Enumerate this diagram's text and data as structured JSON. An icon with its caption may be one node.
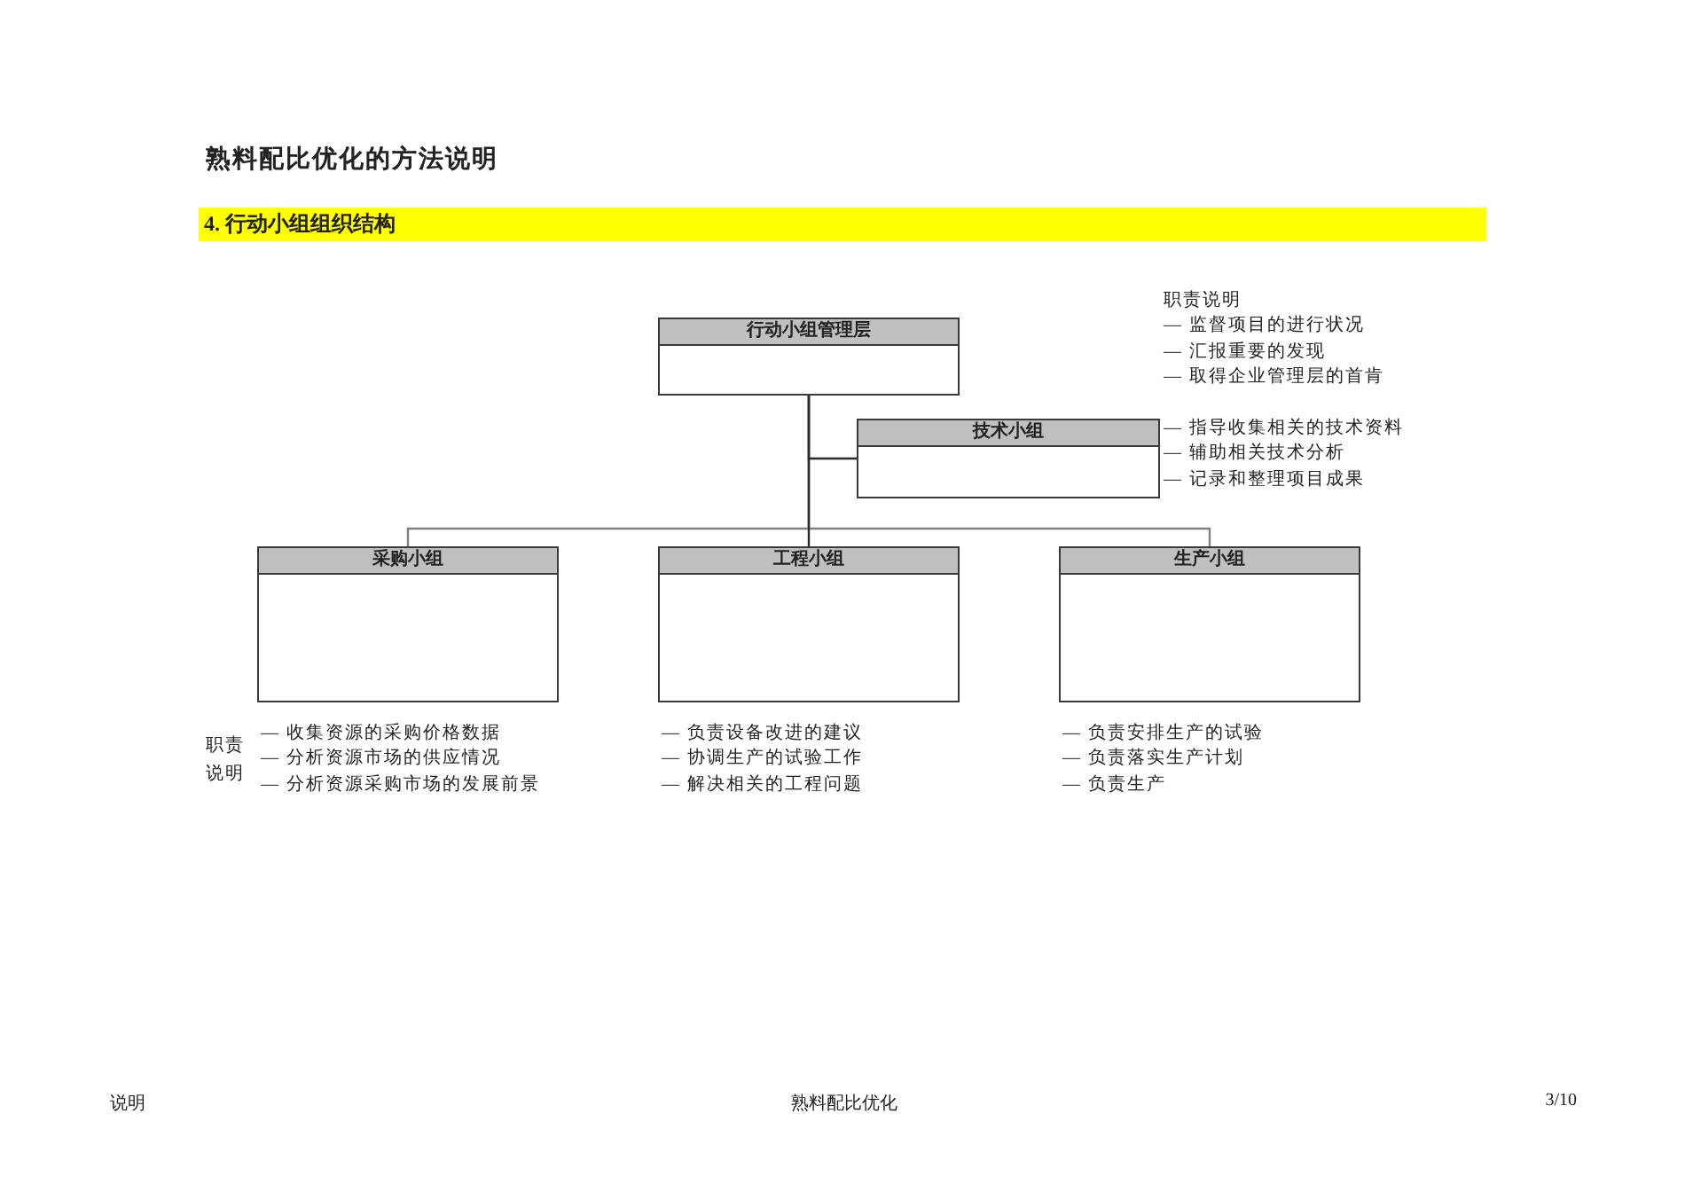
{
  "diagram": {
    "title": "熟料配比优化的方法说明",
    "nodes": [
      {
        "text": [
          "4. 行动小组组织结构"
        ]
      },
      {
        "text": [
          "行动小组管理层"
        ],
        "beside": [
          "职责说明",
          "— 监督项目的进行状况",
          "— 汇报重要的发现",
          "— 取得企业管理层的首肯"
        ]
      },
      {
        "text": [
          "技术小组"
        ],
        "beside": [
          "— 指导收集相关的技术资料",
          "— 辅助相关技术分析",
          "— 记录和整理项目成果"
        ]
      },
      {
        "text": [
          "采购小组"
        ],
        "beside": [
          "— 收集资源的采购价格数据",
          "— 分析资源市场的供应情况",
          "— 分析资源采购市场的发展前景"
        ]
      },
      {
        "text": [
          "工程小组"
        ],
        "beside": [
          "— 负责设备改进的建议",
          "— 协调生产的试验工作",
          "— 解决相关的工程问题"
        ]
      },
      {
        "text": [
          "生产小组"
        ],
        "beside": [
          "— 负责安排生产的试验",
          "— 负责落实生产计划",
          "— 负责生产"
        ]
      }
    ],
    "edges": [
      {
        "from": 1,
        "to": 2,
        "arrow": "none"
      },
      {
        "from": 1,
        "to": 3,
        "arrow": "none",
        "color": "#808080"
      },
      {
        "from": 1,
        "to": 4,
        "arrow": "none"
      },
      {
        "from": 1,
        "to": 5,
        "arrow": "none",
        "color": "#808080"
      }
    ],
    "labels": [
      "职责说明",
      "说明",
      "熟料配比优化",
      "3/10"
    ]
  }
}
